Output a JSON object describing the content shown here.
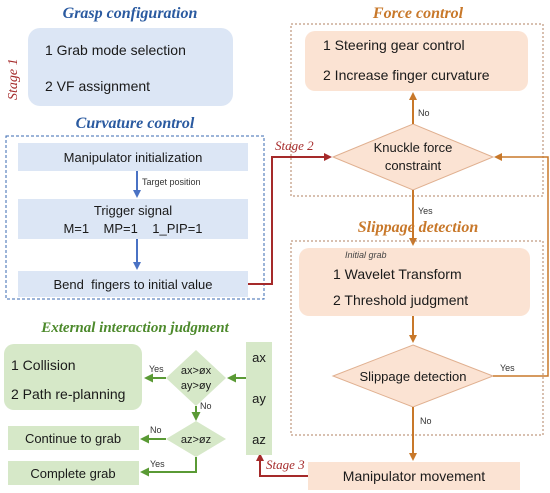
{
  "grasp": {
    "title": "Grasp configuration",
    "items": [
      "1 Grab mode selection",
      "2 VF assignment"
    ]
  },
  "stages": {
    "s1": "Stage 1",
    "s2": "Stage 2",
    "s3": "Stage 3"
  },
  "curvature": {
    "title": "Curvature control",
    "init": "Manipulator initialization",
    "target_label": "Target position",
    "trigger_line1": "Trigger signal",
    "trigger_line2": "M=1    MP=1    1_PIP=1",
    "bend": "Bend  fingers to initial value"
  },
  "force": {
    "title": "Force control",
    "items": [
      "1 Steering gear control",
      "2 Increase finger curvature"
    ],
    "decision_line1": "Knuckle force",
    "decision_line2": "constraint",
    "no": "No",
    "yes": "Yes"
  },
  "slippage": {
    "title": "Slippage detection",
    "initial": "Initial grab",
    "items": [
      "1 Wavelet Transform",
      "2 Threshold judgment"
    ],
    "decision": "Slippage detection",
    "yes": "Yes",
    "no": "No"
  },
  "external": {
    "title": "External interaction judgment",
    "collision": [
      "1 Collision",
      "2 Path re-planning"
    ],
    "cond1_line1": "ax>øx",
    "cond1_line2": "ay>øy",
    "cond2": "az>øz",
    "yes1": "Yes",
    "no1": "No",
    "no2": "No",
    "yes2": "Yes",
    "continue": "Continue to grab",
    "complete": "Complete grab",
    "axes": [
      "ax",
      "ay",
      "az"
    ]
  },
  "movement": "Manipulator movement",
  "colors": {
    "blue_box": "#dce6f5",
    "orange_box": "#fbe3d3",
    "green_box": "#d6e8c8",
    "blue_arrow": "#4a72c4",
    "orange_arrow": "#c8782a",
    "green_arrow": "#5a9a35",
    "red_arrow": "#a52a2a"
  }
}
